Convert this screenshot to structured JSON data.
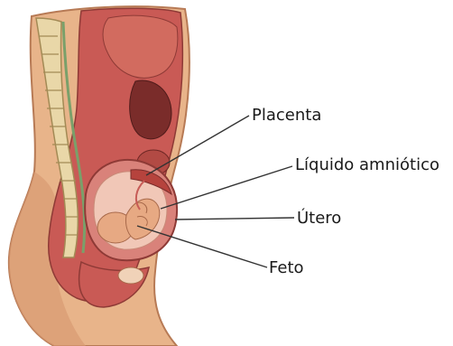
{
  "labels": {
    "placenta": "Placenta",
    "liquido_amniotico": "Líquido amniótico",
    "utero": "Útero",
    "feto": "Feto"
  },
  "colors": {
    "skin": "#e8b48a",
    "skin_dark": "#c98a64",
    "uterus": "#d9827a",
    "fetus": "#e7a983",
    "fluid": "#f1c7b7",
    "placenta": "#b6433d",
    "spine": "#e9d7a8",
    "organs": "#c95a55",
    "leader_line": "#333333"
  }
}
